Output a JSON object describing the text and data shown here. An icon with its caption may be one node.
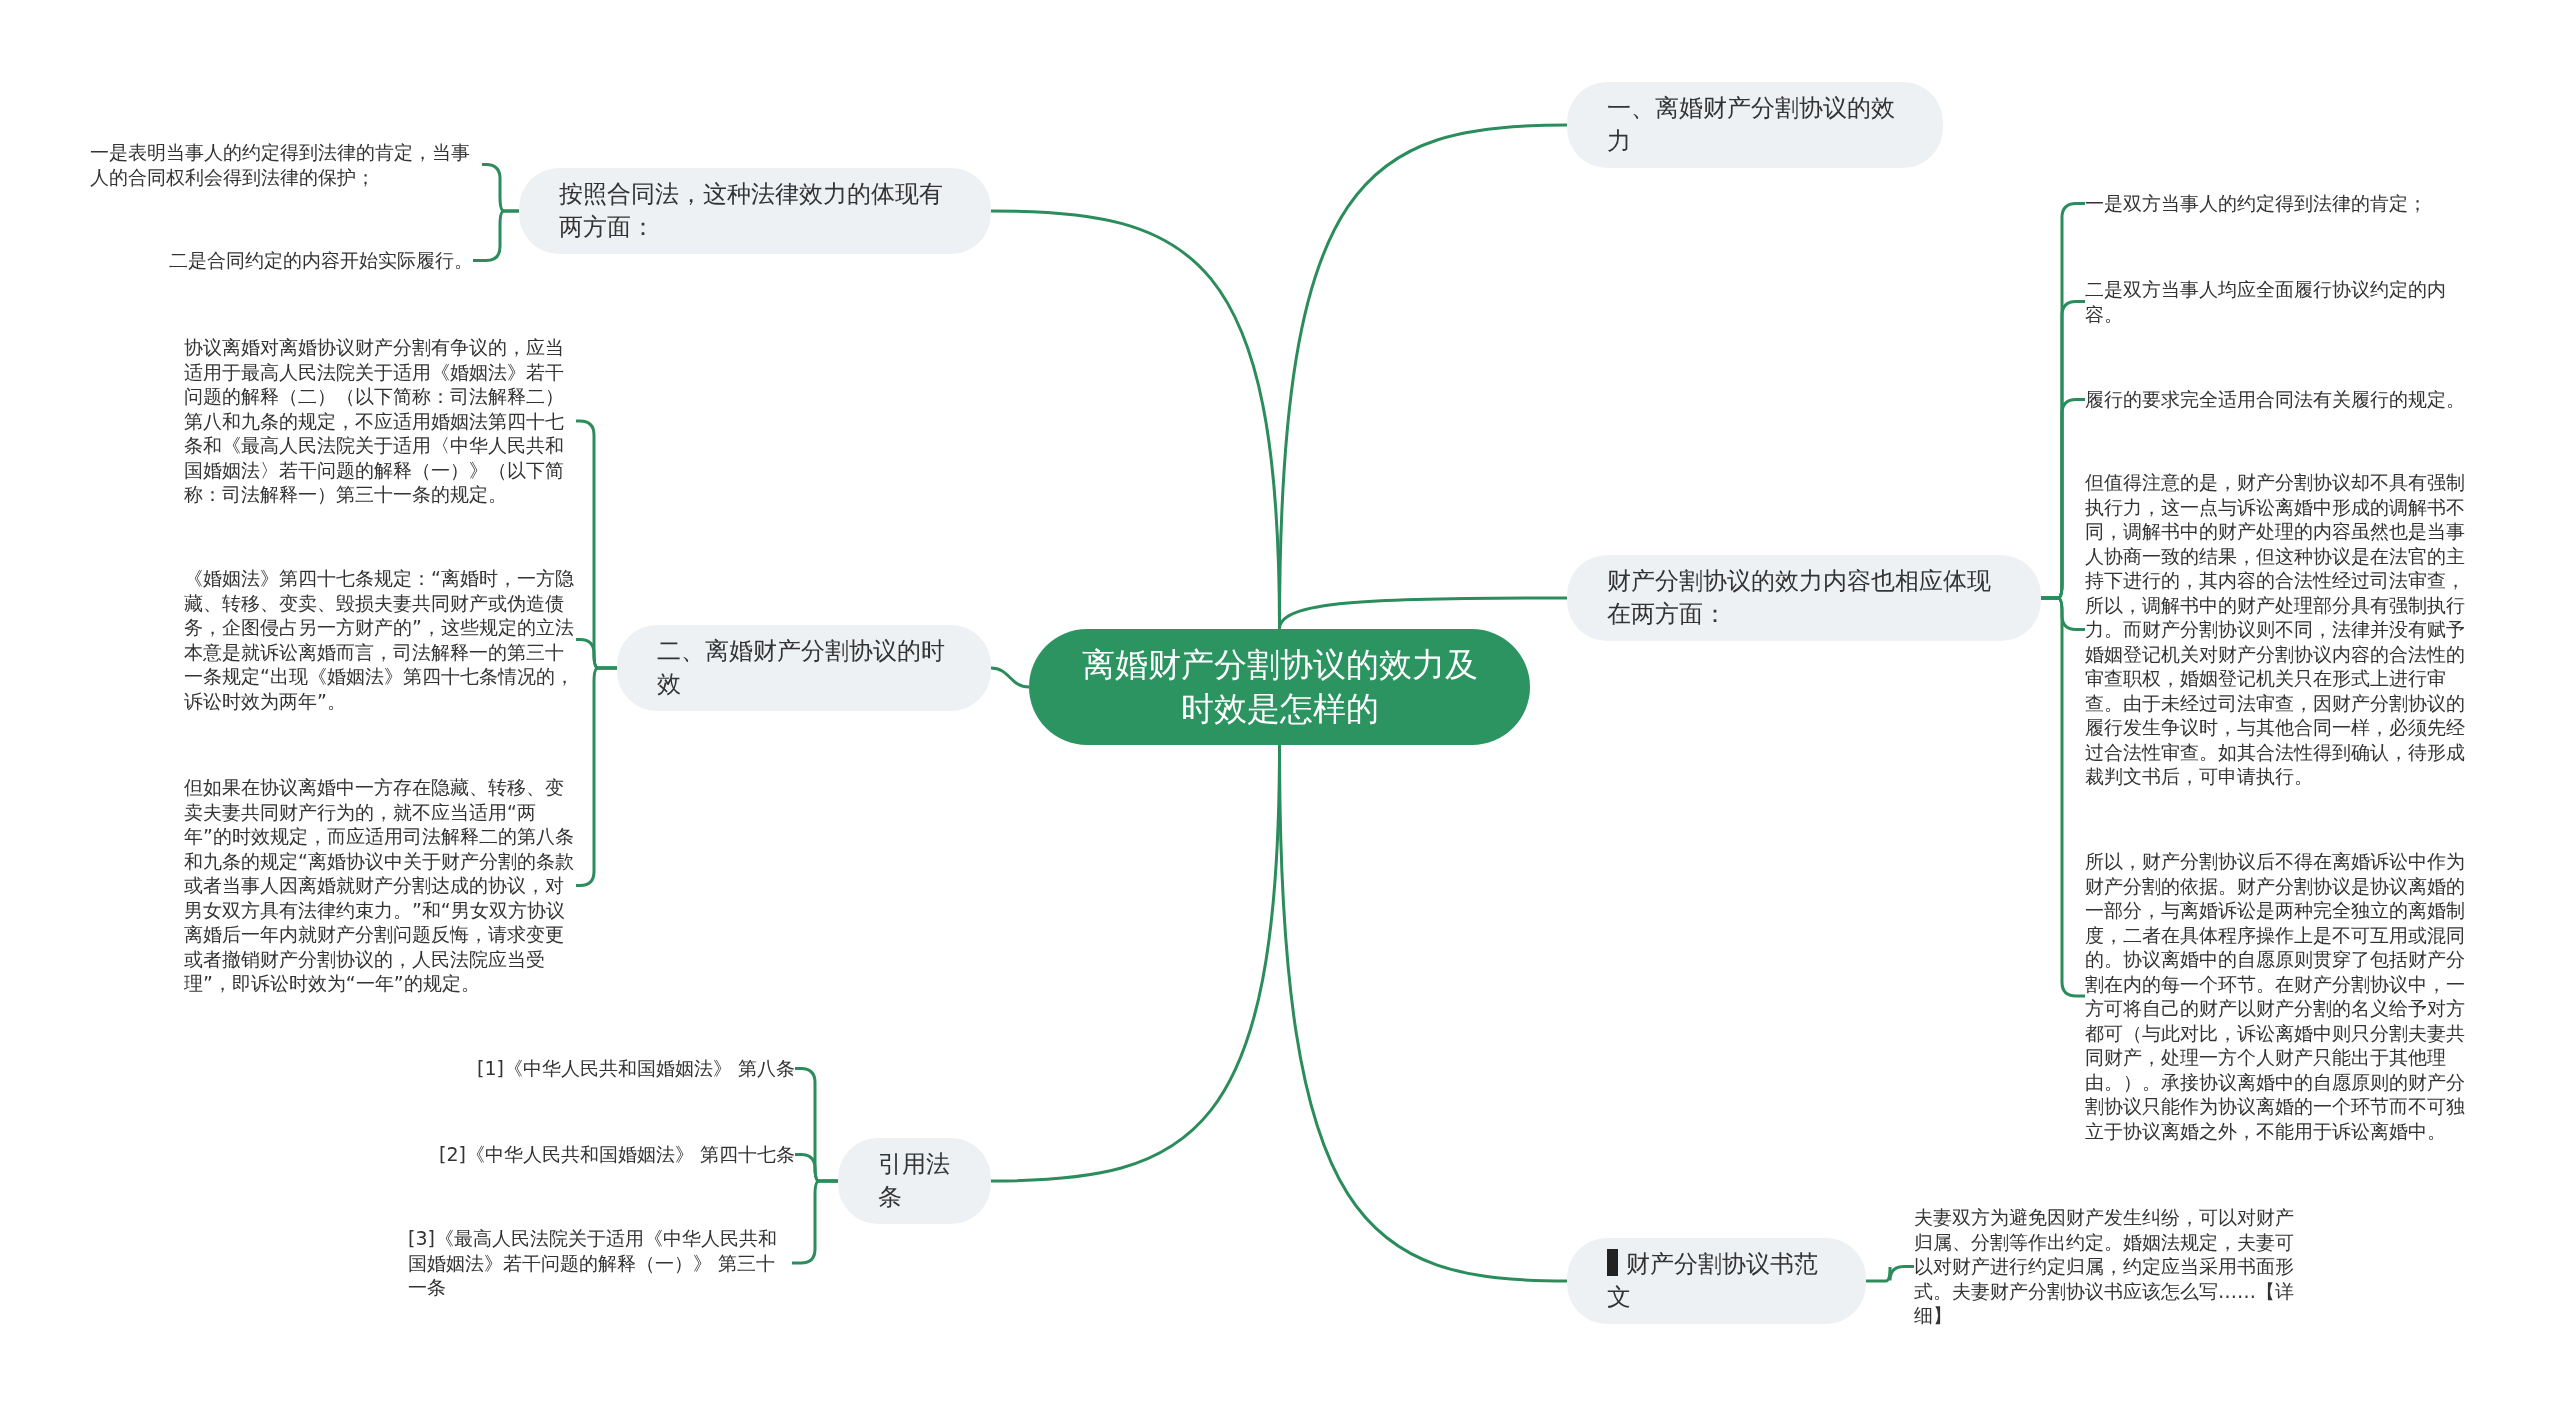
{
  "diagram": {
    "nodes": [
      {
        "text": [
          "离婚财产分割协议的效力及时效是怎样的"
        ]
      },
      {
        "text": [
          "按照合同法，这种法律效力的体现有两方面："
        ]
      },
      {
        "text": [
          "一是表明当事人的约定得到法律的肯定，当事人的合同权利会得到法律的保护；"
        ]
      },
      {
        "text": [
          "二是合同约定的内容开始实际履行。"
        ]
      },
      {
        "text": [
          "二、离婚财产分割协议的时效"
        ]
      },
      {
        "text": [
          "协议离婚对离婚协议财产分割有争议的，应当适用于最高人民法院关于适用《婚姻法》若干问题的解释（二）（以下简称：司法解释二）第八和九条的规定，不应适用婚姻法第四十七条和《最高人民法院关于适用〈中华人民共和国婚姻法〉若干问题的解释（一）》（以下简称：司法解释一）第三十一条的规定。"
        ]
      },
      {
        "text": [
          "《婚姻法》第四十七条规定：“离婚时，一方隐藏、转移、变卖、毁损夫妻共同财产或伪造债务，企图侵占另一方财产的”，这些规定的立法本意是就诉讼离婚而言，司法解释一的第三十一条规定“出现《婚姻法》第四十七条情况的，诉讼时效为两年”。"
        ]
      },
      {
        "text": [
          "但如果在协议离婚中一方存在隐藏、转移、变卖夫妻共同财产行为的，就不应当适用“两年”的时效规定，而应适用司法解释二的第八条和九条的规定“离婚协议中关于财产分割的条款或者当事人因离婚就财产分割达成的协议，对男女双方具有法律约束力。”和“男女双方协议离婚后一年内就财产分割问题反悔，请求变更或者撤销财产分割协议的，人民法院应当受理”，即诉讼时效为“一年”的规定。"
        ]
      },
      {
        "text": [
          "引用法条"
        ]
      },
      {
        "text": [
          "[1]《中华人民共和国婚姻法》 第八条"
        ]
      },
      {
        "text": [
          "[2]《中华人民共和国婚姻法》 第四十七条"
        ]
      },
      {
        "text": [
          "[3]《最高人民法院关于适用《中华人民共和国婚姻法》若干问题的解释（一）》 第三十一条"
        ]
      },
      {
        "text": [
          "一、离婚财产分割协议的效力"
        ]
      },
      {
        "text": [
          "财产分割协议的效力内容也相应体现在两方面："
        ]
      },
      {
        "text": [
          "一是双方当事人的约定得到法律的肯定；"
        ]
      },
      {
        "text": [
          "二是双方当事人均应全面履行协议约定的内容。"
        ]
      },
      {
        "text": [
          "履行的要求完全适用合同法有关履行的规定。"
        ]
      },
      {
        "text": [
          "但值得注意的是，财产分割协议却不具有强制执行力，这一点与诉讼离婚中形成的调解书不同，调解书中的财产处理的内容虽然也是当事人协商一致的结果，但这种协议是在法官的主持下进行的，其内容的合法性经过司法审查，所以，调解书中的财产处理部分具有强制执行力。而财产分割协议则不同，法律并没有赋予婚姻登记机关对财产分割协议内容的合法性的审查职权，婚姻登记机关只在形式上进行审查。由于未经过司法审查，因财产分割协议的履行发生争议时，与其他合同一样，必须先经过合法性审查。如其合法性得到确认，待形成裁判文书后，可申请执行。"
        ]
      },
      {
        "text": [
          "所以，财产分割协议后不得在离婚诉讼中作为财产分割的依据。财产分割协议是协议离婚的一部分，与离婚诉讼是两种完全独立的离婚制度，二者在具体程序操作上是不可互用或混同的。协议离婚中的自愿原则贯穿了包括财产分割在内的每一个环节。在财产分割协议中，一方可将自己的财产以财产分割的名义给予对方都可（与此对比，诉讼离婚中则只分割夫妻共同财产，处理一方个人财产只能出于其他理由。）。承接协议离婚中的自愿原则的财产分割协议只能作为协议离婚的一个环节而不可独立于协议离婚之外，不能用于诉讼离婚中。"
        ]
      },
      {
        "text": [
          "财产分割协议书范文"
        ]
      },
      {
        "text": [
          "夫妻双方为避免因财产发生纠纷，可以对财产归属、分割等作出约定。婚姻法规定，夫妻可以对财产进行约定归属，约定应当采用书面形式。夫妻财产分割协议书应该怎么写……【详细】"
        ]
      }
    ],
    "edges": [
      {
        "from": 0,
        "to": 1,
        "arrow": "none"
      },
      {
        "from": 1,
        "to": 2,
        "arrow": "none"
      },
      {
        "from": 1,
        "to": 3,
        "arrow": "none"
      },
      {
        "from": 0,
        "to": 4,
        "arrow": "none"
      },
      {
        "from": 4,
        "to": 5,
        "arrow": "none"
      },
      {
        "from": 4,
        "to": 6,
        "arrow": "none"
      },
      {
        "from": 4,
        "to": 7,
        "arrow": "none"
      },
      {
        "from": 0,
        "to": 8,
        "arrow": "none"
      },
      {
        "from": 8,
        "to": 9,
        "arrow": "none"
      },
      {
        "from": 8,
        "to": 10,
        "arrow": "none"
      },
      {
        "from": 8,
        "to": 11,
        "arrow": "none"
      },
      {
        "from": 0,
        "to": 12,
        "arrow": "none"
      },
      {
        "from": 0,
        "to": 13,
        "arrow": "none"
      },
      {
        "from": 13,
        "to": 14,
        "arrow": "none"
      },
      {
        "from": 13,
        "to": 15,
        "arrow": "none"
      },
      {
        "from": 13,
        "to": 16,
        "arrow": "none"
      },
      {
        "from": 13,
        "to": 17,
        "arrow": "none"
      },
      {
        "from": 13,
        "to": 18,
        "arrow": "none"
      },
      {
        "from": 0,
        "to": 19,
        "arrow": "none"
      },
      {
        "from": 19,
        "to": 20,
        "arrow": "none"
      }
    ]
  }
}
